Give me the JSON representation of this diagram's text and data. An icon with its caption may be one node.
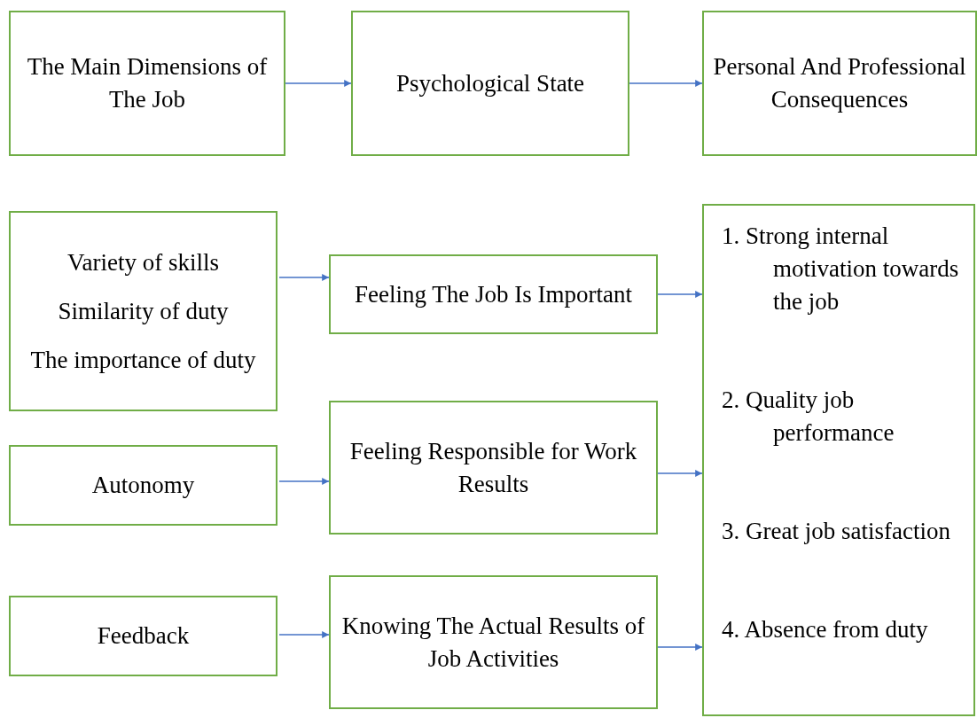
{
  "diagram": {
    "nodes": [
      {
        "text": [
          "The Main Dimensions of The Job"
        ]
      },
      {
        "text": [
          "Psychological State"
        ]
      },
      {
        "text": [
          "Personal And Professional Consequences"
        ]
      },
      {
        "text": [
          "Variety of skills",
          "Similarity of duty",
          "The importance of duty"
        ]
      },
      {
        "text": [
          "Feeling The Job Is Important"
        ]
      },
      {
        "text": [
          "Autonomy"
        ]
      },
      {
        "text": [
          "Feeling Responsible for Work Results"
        ]
      },
      {
        "text": [
          "Feedback"
        ]
      },
      {
        "text": [
          "Knowing The Actual Results of Job Activities"
        ]
      },
      {
        "text": [
          "1. Strong internal motivation towards the job",
          "2. Quality job performance",
          "3. Great job satisfaction",
          "4. Absence from duty"
        ]
      }
    ],
    "edges": [
      {
        "from": 0,
        "to": 1,
        "arrow": "to"
      },
      {
        "from": 1,
        "to": 2,
        "arrow": "to"
      },
      {
        "from": 3,
        "to": 4,
        "arrow": "to"
      },
      {
        "from": 4,
        "to": 9,
        "arrow": "to"
      },
      {
        "from": 5,
        "to": 6,
        "arrow": "to"
      },
      {
        "from": 6,
        "to": 9,
        "arrow": "to"
      },
      {
        "from": 7,
        "to": 8,
        "arrow": "to"
      },
      {
        "from": 8,
        "to": 9,
        "arrow": "to"
      }
    ]
  }
}
